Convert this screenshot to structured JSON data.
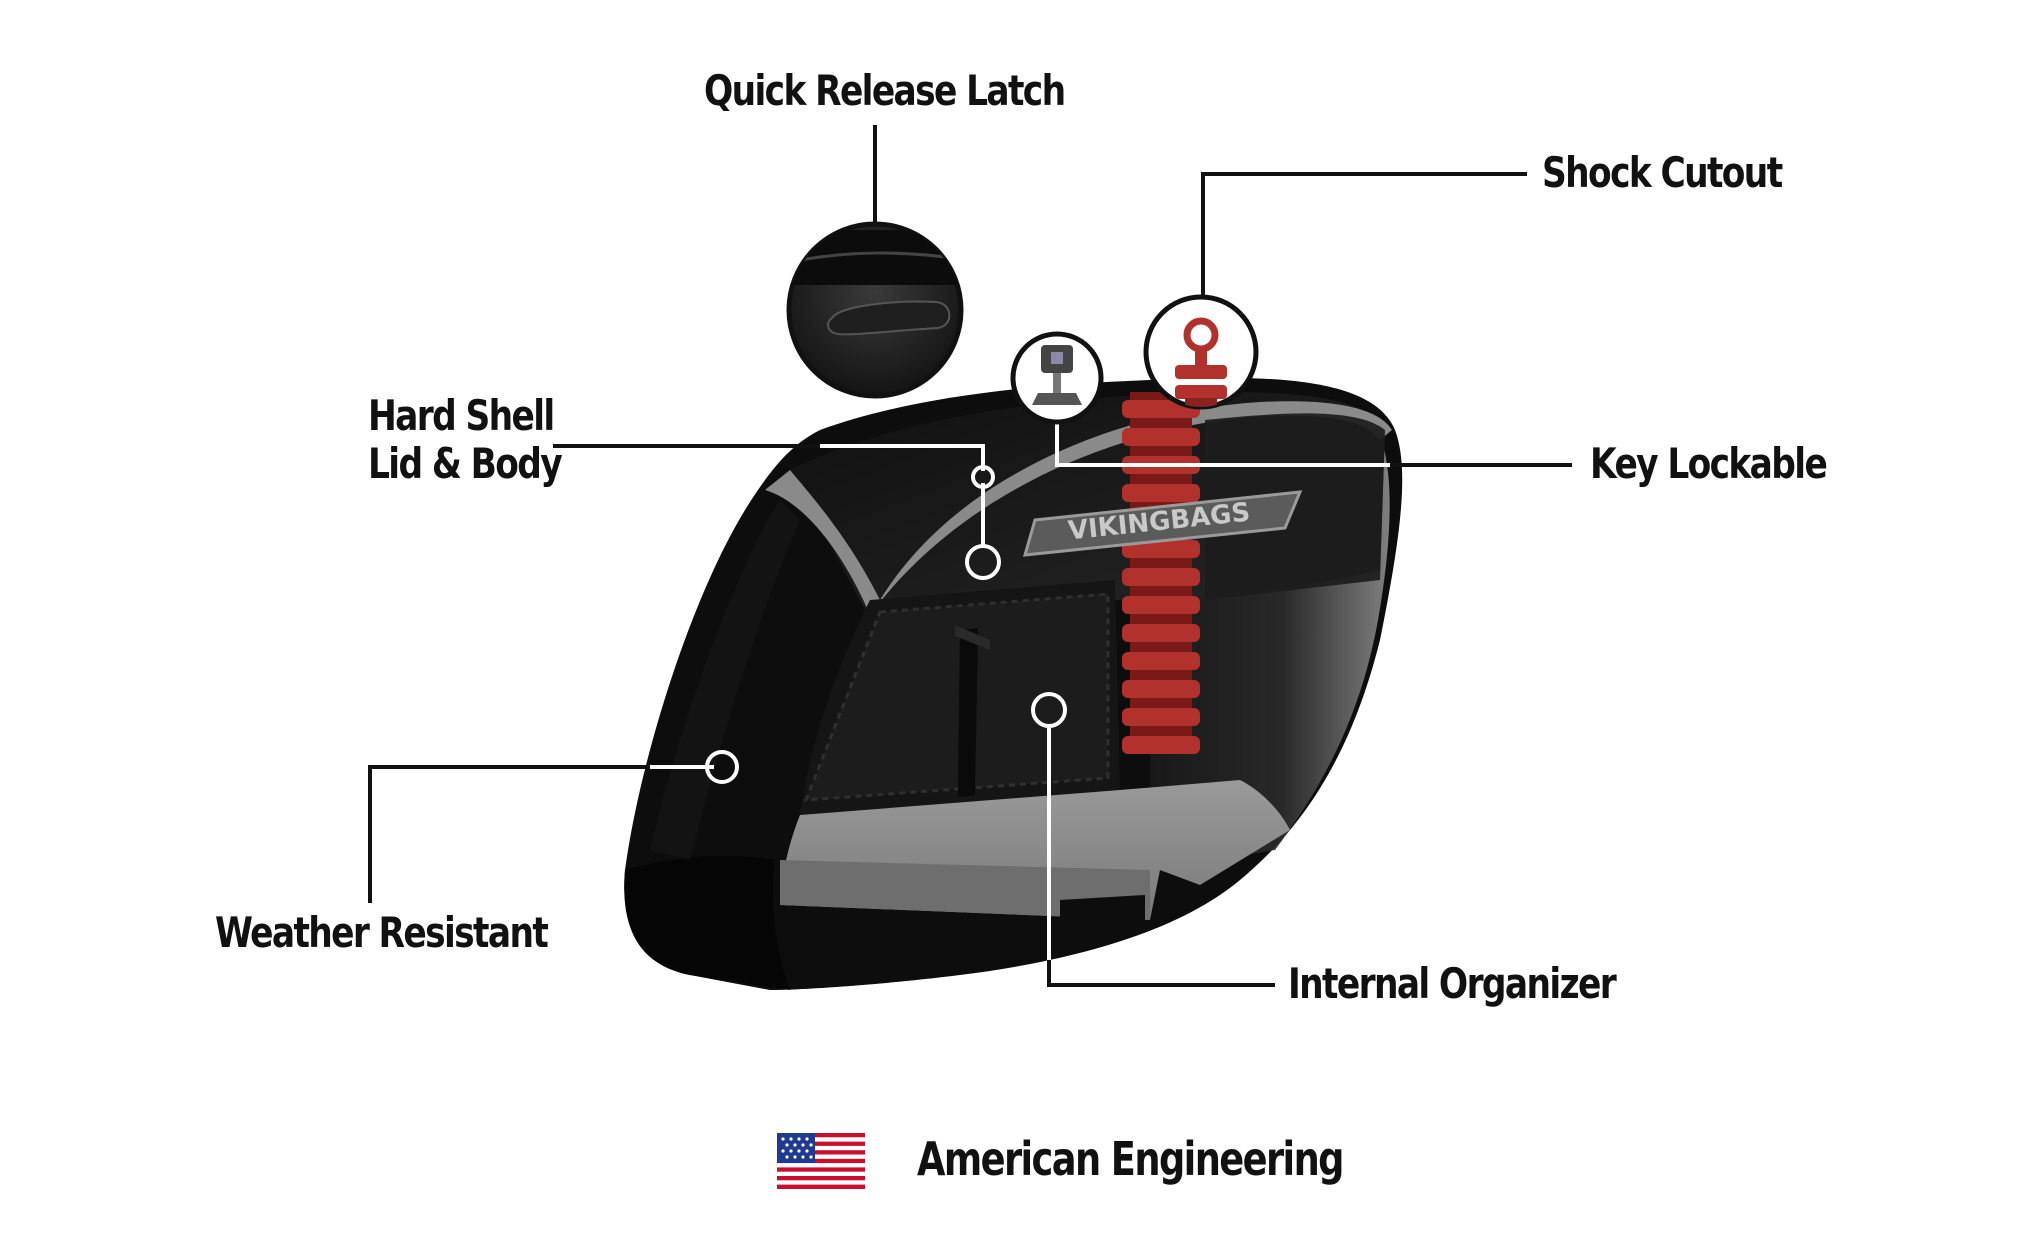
{
  "callouts": {
    "quick_release_latch": "Quick Release Latch",
    "shock_cutout": "Shock Cutout",
    "hard_shell_line1": "Hard Shell",
    "hard_shell_line2": "Lid & Body",
    "key_lockable": "Key Lockable",
    "weather_resistant": "Weather Resistant",
    "internal_organizer": "Internal Organizer"
  },
  "brand": {
    "logo_text": "VIKINGBAGS"
  },
  "footer": {
    "text": "American Engineering",
    "flag_icon": "us-flag-icon"
  },
  "colors": {
    "bag_body": "#0d0d0d",
    "trim": "#8a8a8a",
    "shock_red": "#b3312c",
    "leader_line": "#111111",
    "flag_red": "#c8102e",
    "flag_blue": "#1f3a93"
  }
}
